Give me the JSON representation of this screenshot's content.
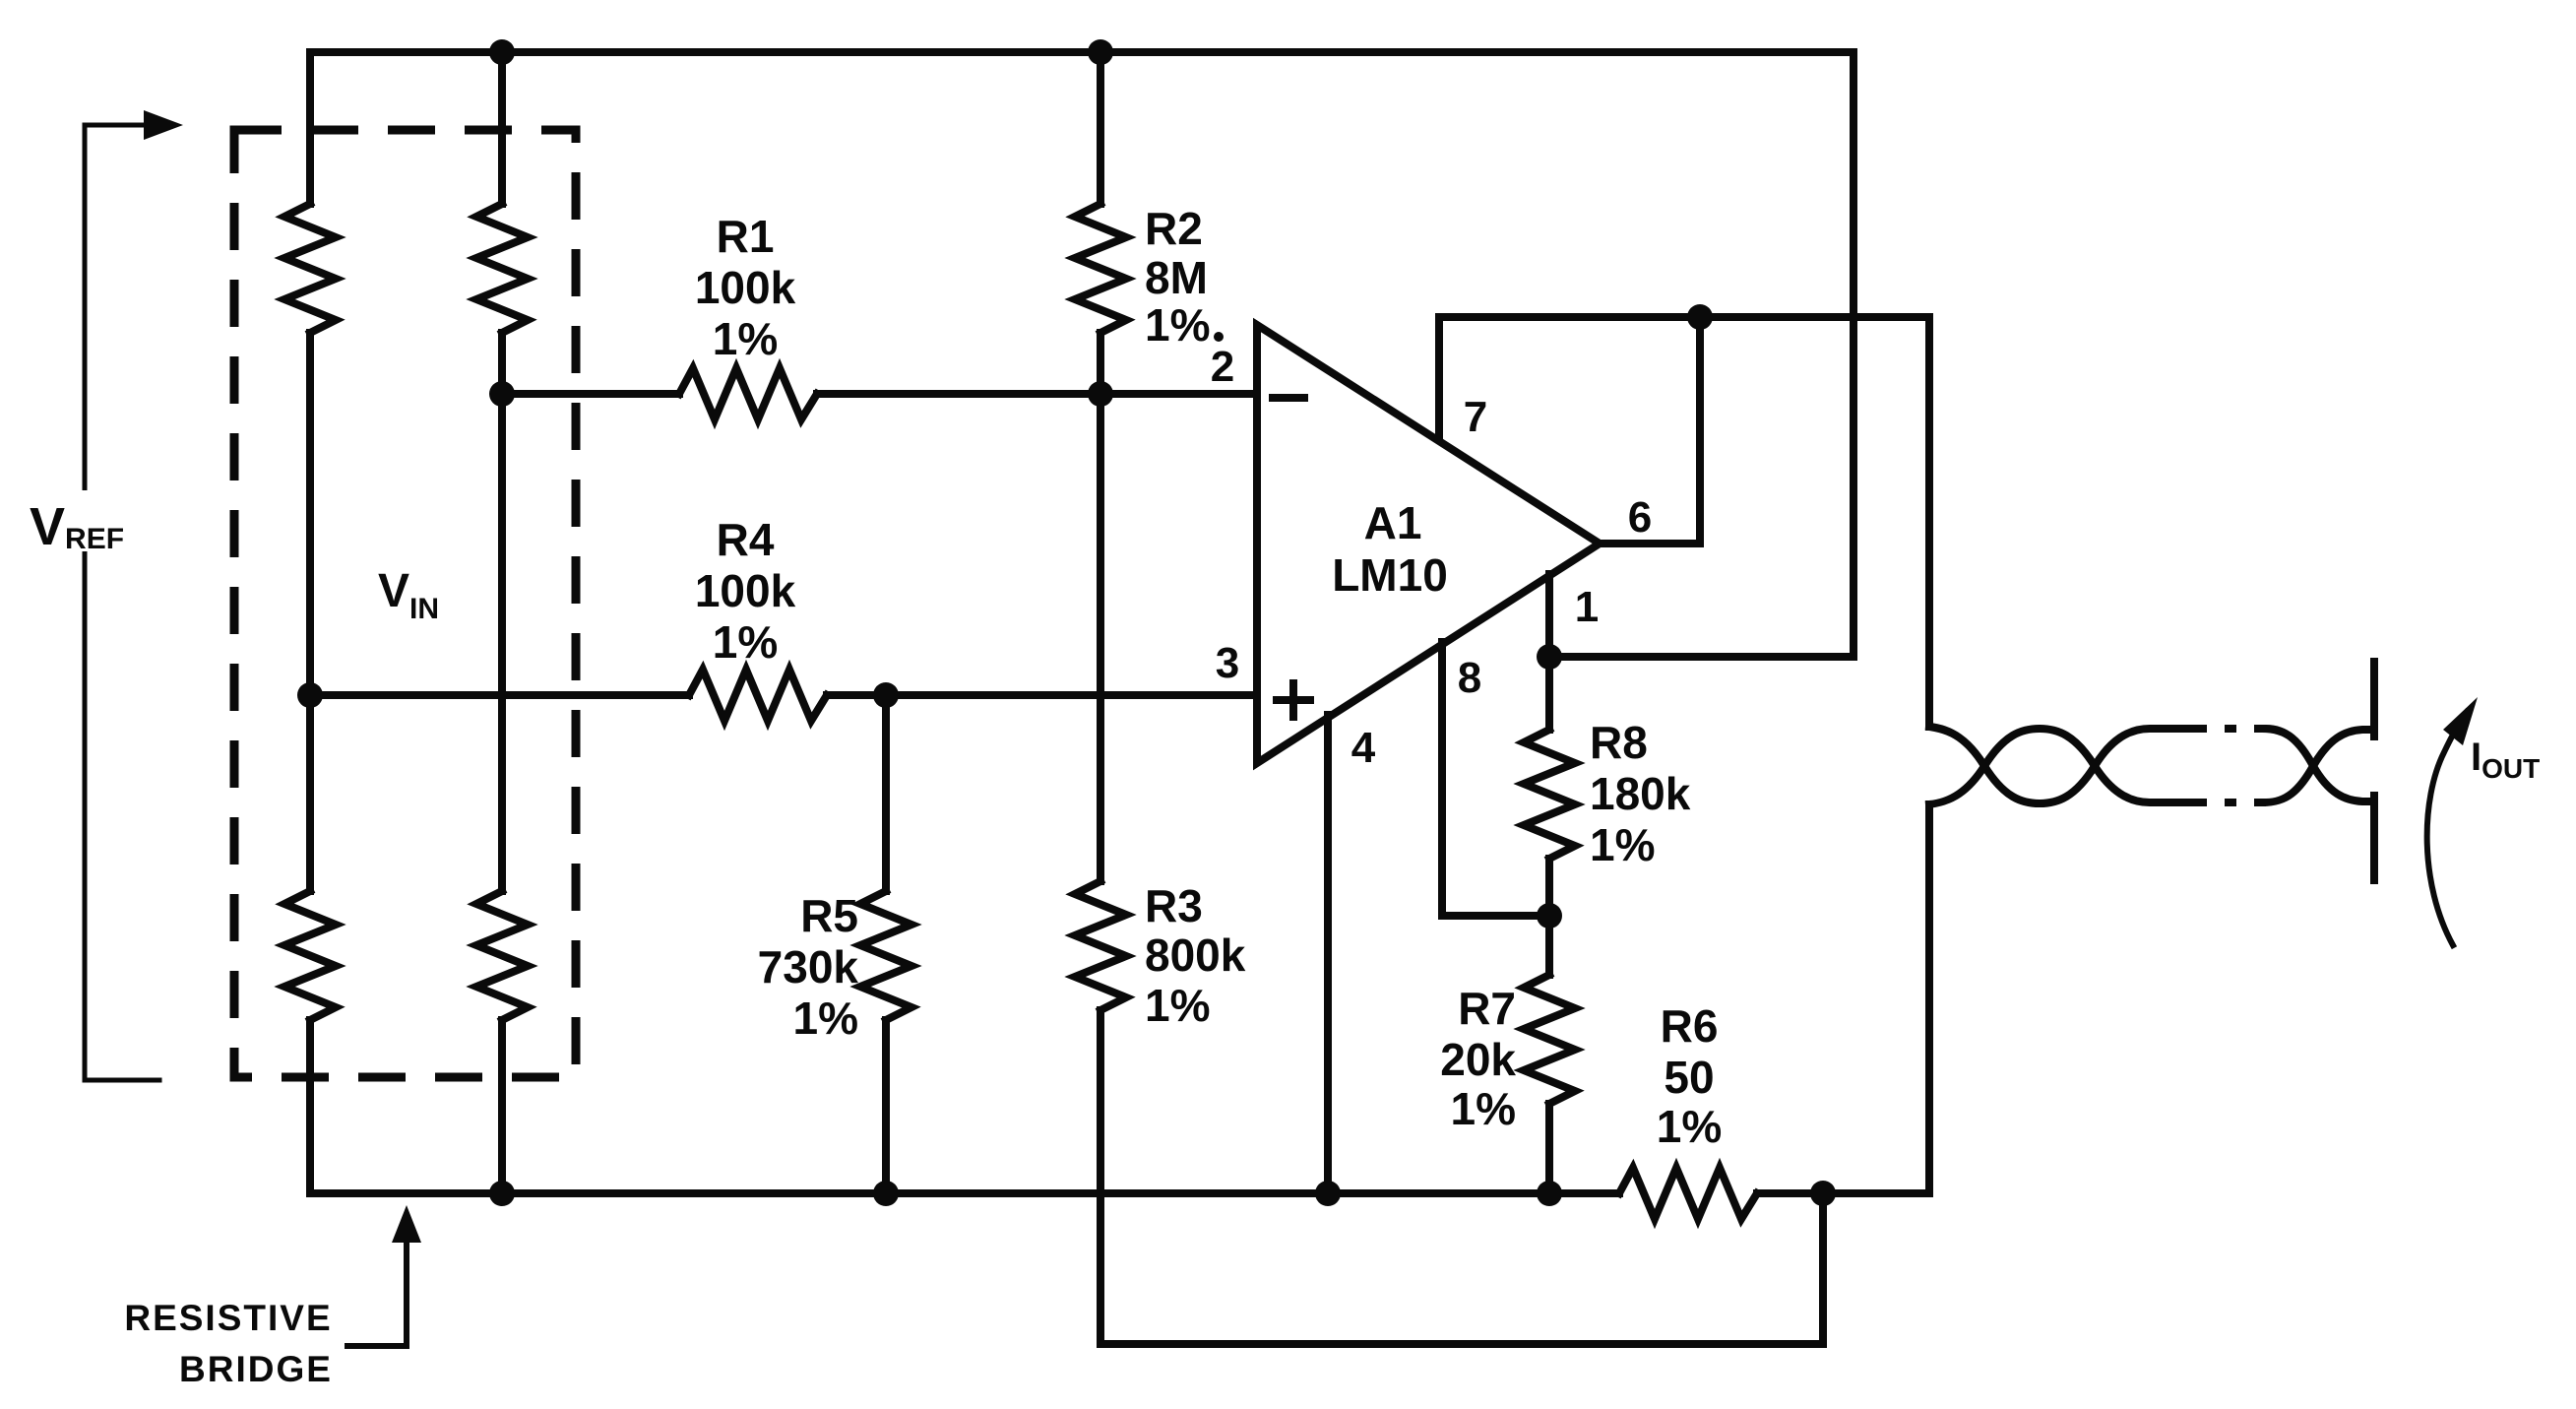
{
  "colors": {
    "ink": "#0a0a0a",
    "paper": "#ffffff"
  },
  "annotations": {
    "vref": {
      "symbol": "V",
      "subscript": "REF"
    },
    "vin": {
      "symbol": "V",
      "subscript": "IN"
    },
    "iout": {
      "symbol": "I",
      "subscript": "OUT"
    },
    "bridge_caption": {
      "line1": "RESISTIVE",
      "line2": "BRIDGE"
    }
  },
  "opamp": {
    "designator": "A1",
    "part_number": "LM10",
    "inverting_symbol": "−",
    "noninverting_plus_h": "plus",
    "pins": {
      "inverting": "2",
      "noninverting": "3",
      "v_plus": "7",
      "output": "6",
      "balance": "1",
      "feedback": "8",
      "v_minus": "4"
    }
  },
  "resistors": {
    "r1": {
      "designator": "R1",
      "value": "100k",
      "tolerance": "1%"
    },
    "r2": {
      "designator": "R2",
      "value": "8M",
      "tolerance": "1%"
    },
    "r3": {
      "designator": "R3",
      "value": "800k",
      "tolerance": "1%"
    },
    "r4": {
      "designator": "R4",
      "value": "100k",
      "tolerance": "1%"
    },
    "r5": {
      "designator": "R5",
      "value": "730k",
      "tolerance": "1%"
    },
    "r6": {
      "designator": "R6",
      "value": "50",
      "tolerance": "1%"
    },
    "r7": {
      "designator": "R7",
      "value": "20k",
      "tolerance": "1%"
    },
    "r8": {
      "designator": "R8",
      "value": "180k",
      "tolerance": "1%"
    }
  }
}
